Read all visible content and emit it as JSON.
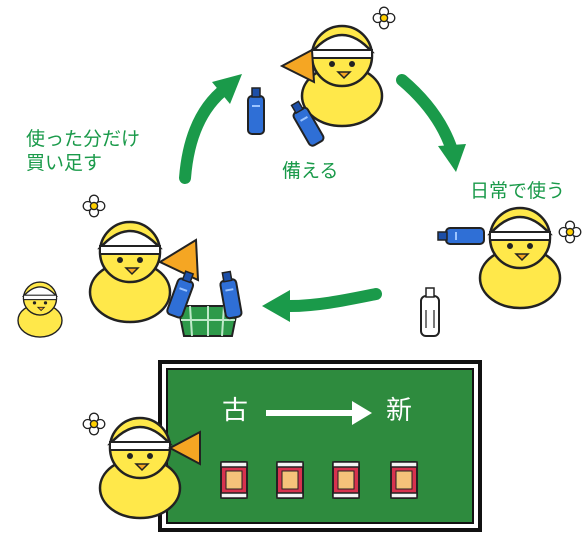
{
  "labels": {
    "prepare": "備える",
    "daily_use": "日常で使う",
    "buy_line1": "使った分だけ",
    "buy_line2": "買い足す"
  },
  "board": {
    "old": "古",
    "new": "新"
  },
  "colors": {
    "green_arrow": "#1a9a4a",
    "board_green": "#2e8b3e",
    "chick_yellow": "#ffe84a",
    "beak_orange": "#f5a623",
    "bottle_blue": "#2f6fd6"
  }
}
